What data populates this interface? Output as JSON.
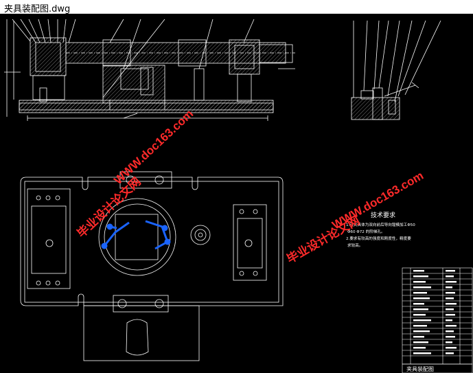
{
  "window": {
    "title": "夹具装配图.dwg"
  },
  "drawing": {
    "colors": {
      "background": "#000000",
      "line": "#ffffff",
      "highlight": "#1a64ff",
      "watermark": "#ff2a2a",
      "hatch": "#cfcfcf"
    },
    "watermark_top": {
      "site": "WWW.doc163.com",
      "slogan": "毕业设计论文网"
    },
    "watermark_right": {
      "site": "WWW.doc163.com",
      "slogan": "毕业设计论文网"
    },
    "tech_notes": {
      "title": "技术要求",
      "line1": "1.该夹具体为双向前后导向镗模加工Φ50",
      "line2": "Φ60 Φ72 的阶梯孔。",
      "line3": "2.要求有较高的强度和刚度性，精度要",
      "line4": "求较高。"
    },
    "title_block": {
      "drawing_name": "夹具装配图"
    }
  }
}
